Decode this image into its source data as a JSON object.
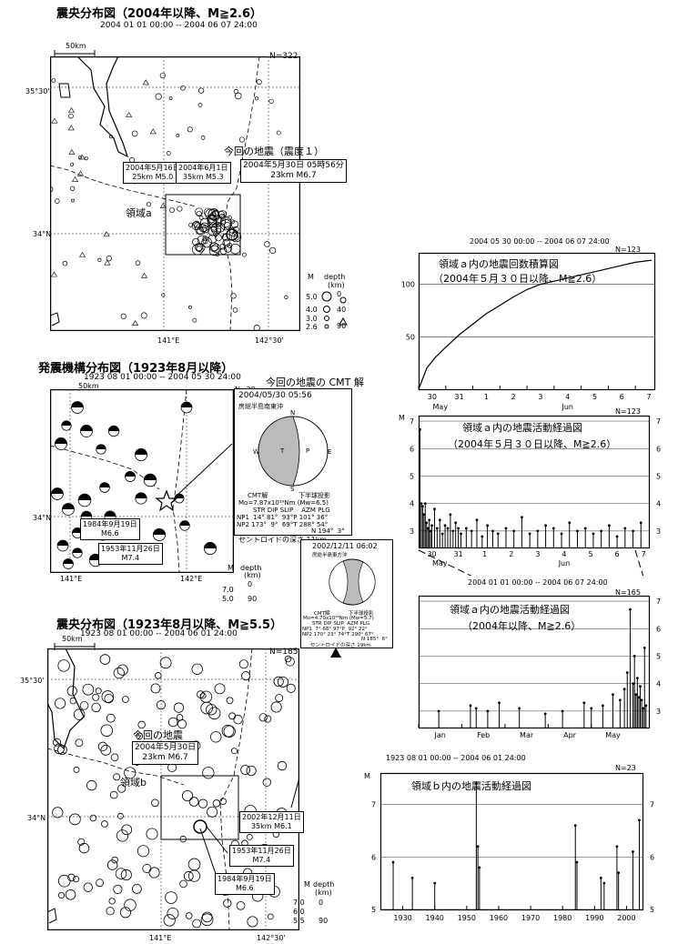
{
  "map1": {
    "title": "震央分布図（2004年以降、M≧2.6）",
    "period": "2004 01 01 00:00 -- 2004 06 07 24:00",
    "count": "N=322",
    "scale": "50km",
    "lat1": "35°30'",
    "lat2": "34°N",
    "lon1": "141°E",
    "lon2": "142°30'",
    "event_label": "今回の地震（震度１）",
    "event_box": [
      "2004年5月30日 05時56分",
      "23km M6.7"
    ],
    "box_a": [
      "2004年5月16日",
      "25km M5.0"
    ],
    "box_b": [
      "2004年6月1日",
      "35km M5.3"
    ],
    "region": "領域a",
    "legend": {
      "m": "M",
      "depth": "depth",
      "km": "(km)",
      "mags": [
        "5.0",
        "4.0",
        "3.0",
        "2.6"
      ],
      "depths": [
        "0",
        "40",
        "90"
      ]
    }
  },
  "map2": {
    "title": "発震機構分布図（1923年8月以降）",
    "period": "1923 08 01 00:00 -- 2004 05 30 24:00",
    "count": "N=29",
    "cmt_label": "今回の地震の CMT 解",
    "scale": "50km",
    "lat": "34°N",
    "lon1": "141°E",
    "lon2": "142°E",
    "box1": [
      "1984年9月19日",
      "M6.6"
    ],
    "box2": [
      "1953年11月26日",
      "M7.4"
    ],
    "legend": {
      "m": "M",
      "depth": "depth",
      "km": "(km)",
      "mags": [
        "7.0",
        "5.0"
      ],
      "depths": [
        "0",
        "90"
      ]
    },
    "cmt": {
      "date": "2004/05/30 05:56",
      "place": "房総半島南東沖",
      "n": "N",
      "e": "E",
      "w": "W",
      "s": "S",
      "p": "P",
      "t": "T",
      "label": "CMT解",
      "proj": "下半球投影",
      "mo": "Mo=7.87x10¹⁹Nm (Mw=6.5)",
      "hdr": "STR DIP SLIP    AZM PLG",
      "np1": "NP1  14° 81°  93°P 101° 36°",
      "np2": "NP2 173°  9°  69°T 288° 54°",
      "nn": "N 194°  3°",
      "depth": "セントロイドの深さ   11km"
    },
    "cmt2": {
      "date": "2002/12/11 06:02",
      "place": "房総半島東方沖",
      "label": "CMT解",
      "proj": "下半球投影",
      "mo": "Mo=4.70x10¹⁸Nm (Mw=5.7)",
      "hdr": "STR DIP SLIP  AZM PLG",
      "np1": "NP1  7° 68° 97°P  92° 22°",
      "np2": "NP2 170° 23° 74°T 290° 67°",
      "nn": "N 185°  6°",
      "depth": "セントロイドの深さ  19km"
    }
  },
  "map3": {
    "title": "震央分布図（1923年8月以降、M≧5.5）",
    "period": "1923 08 01 00:00 -- 2004 06 01 24:00",
    "count": "N=185",
    "scale": "50km",
    "lat1": "35°30'",
    "lat2": "34°N",
    "lon1": "141°E",
    "lon2": "142°30'",
    "event_label": "今回の地震",
    "event_box": [
      "2004年5月30日",
      "23km M6.7"
    ],
    "region": "領域b",
    "box1": [
      "2002年12月11日",
      "35km M6.1"
    ],
    "box2": [
      "1953年11月26日",
      "M7.4"
    ],
    "box3": [
      "1984年9月19日",
      "M6.6"
    ],
    "legend": {
      "m": "M",
      "depth": "depth",
      "km": "(km)",
      "mags": [
        "7.0",
        "6.0",
        "5.5"
      ],
      "depths": [
        "0",
        "90"
      ]
    }
  },
  "chart_data": [
    {
      "type": "line",
      "title": "領域ａ内の地震回数積算図",
      "subtitle": "（2004年５月３０日以降、M≧2.6）",
      "period": "2004 05 30 00:00 -- 2004 06 07 24:00",
      "count": "N=123",
      "x": [
        0,
        0.3,
        0.6,
        1.0,
        1.5,
        2.0,
        2.5,
        3.0,
        3.5,
        4.0,
        4.5,
        5.0,
        5.5,
        6.0,
        6.5,
        7.0,
        7.5,
        8.0,
        8.6
      ],
      "y": [
        0,
        20,
        30,
        40,
        52,
        62,
        72,
        80,
        88,
        95,
        100,
        103,
        106,
        109,
        112,
        115,
        118,
        121,
        123
      ],
      "xlim": [
        0,
        8.7
      ],
      "ylim": [
        0,
        130
      ],
      "yticks": [
        "50",
        "100"
      ],
      "xticks": [
        "30",
        "31",
        "1",
        "2",
        "3",
        "4",
        "5",
        "6",
        "7"
      ],
      "months": [
        "May",
        "Jun"
      ]
    },
    {
      "type": "bar",
      "title": "領域ａ内の地震活動経過図",
      "subtitle": "（2004年５月３０日以降、M≧2.6）",
      "count": "N=123",
      "ylabel": "M",
      "yticks": [
        "3",
        "4",
        "5",
        "6",
        "7"
      ],
      "xticks": [
        "30",
        "31",
        "1",
        "2",
        "3",
        "4",
        "5",
        "6",
        "7"
      ],
      "months": [
        "May",
        "Jun"
      ],
      "xlim": [
        0,
        8.7
      ],
      "ylim": [
        2.4,
        7.2
      ],
      "x": [
        0.05,
        0.1,
        0.15,
        0.2,
        0.25,
        0.3,
        0.35,
        0.4,
        0.45,
        0.5,
        0.6,
        0.7,
        0.8,
        0.9,
        1.0,
        1.1,
        1.2,
        1.3,
        1.4,
        1.5,
        1.6,
        1.8,
        2.0,
        2.2,
        2.4,
        2.6,
        2.8,
        3.0,
        3.3,
        3.6,
        3.9,
        4.2,
        4.5,
        4.8,
        5.1,
        5.4,
        5.7,
        6.0,
        6.3,
        6.6,
        6.9,
        7.2,
        7.5,
        7.8,
        8.1,
        8.4
      ],
      "values": [
        6.7,
        4.0,
        3.9,
        3.6,
        4.0,
        3.3,
        3.1,
        3.4,
        3.0,
        3.2,
        3.8,
        3.1,
        3.4,
        2.9,
        3.2,
        3.1,
        3.6,
        3.0,
        3.3,
        3.1,
        2.9,
        3.1,
        3.0,
        3.4,
        2.8,
        3.2,
        3.0,
        2.9,
        3.1,
        3.0,
        3.5,
        2.9,
        3.0,
        3.2,
        3.1,
        2.9,
        3.3,
        3.0,
        3.1,
        2.9,
        3.0,
        3.2,
        2.8,
        3.1,
        3.0,
        3.3
      ]
    },
    {
      "type": "bar",
      "title": "領域ａ内の地震活動経過図",
      "subtitle": "（2004年以降、M≧2.6）",
      "period": "2004 01 01 00:00 -- 2004 06 07 24:00",
      "count": "N=165",
      "yticks": [
        "3",
        "4",
        "5",
        "6",
        "7"
      ],
      "months": [
        "Jan",
        "Feb",
        "Mar",
        "Apr",
        "May"
      ],
      "xlim": [
        0,
        160
      ],
      "ylim": [
        2.4,
        7.2
      ],
      "x": [
        14,
        36,
        40,
        48,
        56,
        70,
        88,
        100,
        115,
        120,
        128,
        135,
        140,
        143,
        145,
        147,
        149,
        150,
        151,
        152,
        153,
        154,
        155,
        156,
        157,
        158
      ],
      "values": [
        3.0,
        3.2,
        3.1,
        3.0,
        3.3,
        3.1,
        2.9,
        3.0,
        3.3,
        3.1,
        3.2,
        3.6,
        3.4,
        3.8,
        4.4,
        6.7,
        4.0,
        5.0,
        3.6,
        4.2,
        3.5,
        3.9,
        3.4,
        3.1,
        5.3,
        3.2
      ]
    },
    {
      "type": "bar",
      "title": "領域ｂ内の地震活動経過図",
      "period": "1923 08 01 00:00 -- 2004 06 01 24:00",
      "count": "N=23",
      "ylabel": "M",
      "yticks": [
        "5",
        "6",
        "7"
      ],
      "xticks": [
        "1930",
        "1940",
        "1950",
        "1960",
        "1970",
        "1980",
        "1990",
        "2000"
      ],
      "xlim": [
        1923,
        2005
      ],
      "ylim": [
        5,
        7.6
      ],
      "x": [
        1927,
        1933,
        1940,
        1953,
        1953.5,
        1954,
        1984,
        1984.5,
        1992,
        1993,
        1997,
        1997.5,
        2002,
        2004
      ],
      "values": [
        5.9,
        5.6,
        5.5,
        7.4,
        6.2,
        5.8,
        6.6,
        5.9,
        5.6,
        5.5,
        6.2,
        5.7,
        6.1,
        6.7
      ]
    }
  ]
}
